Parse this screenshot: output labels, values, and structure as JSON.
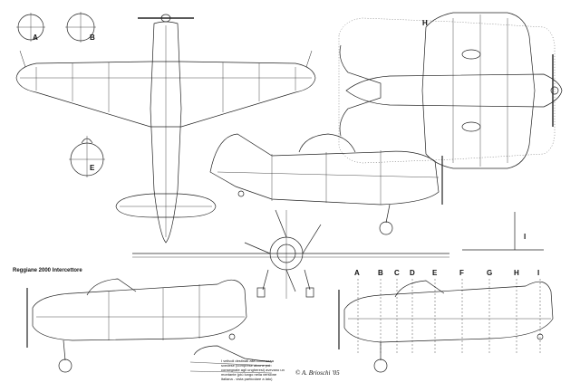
{
  "title": "Reggiane 2000 Intercettore",
  "caption": "I velivoli destinati alla commessa svedese (comprese alcune poi consegnate agli ungheresi) avevano un montante (più lungo nella versione italiana - vista particolare a lato)",
  "signature": "© A. Brioschi '05",
  "section_labels_left": [
    "A",
    "B",
    "E",
    "H"
  ],
  "station_labels": [
    "A",
    "B",
    "C",
    "D",
    "E",
    "F",
    "G",
    "H",
    "I"
  ],
  "side_label": "I",
  "colors": {
    "line": "#222222",
    "background": "#ffffff"
  }
}
